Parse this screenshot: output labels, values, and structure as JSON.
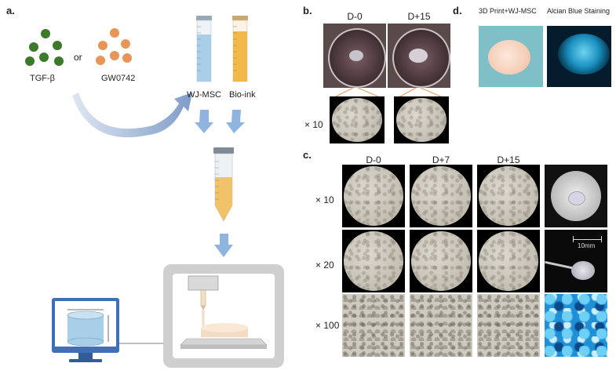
{
  "panels": {
    "a": "a.",
    "b": "b.",
    "c": "c.",
    "d": "d."
  },
  "panel_a": {
    "tgf_label": "TGF-β",
    "or_label": "or",
    "gw_label": "GW0742",
    "wj_label": "WJ-MSC",
    "bioink_label": "Bio-ink",
    "colors": {
      "tgf": "#3a7a2a",
      "gw": "#e8955a",
      "wj_fill": "#a9cfe8",
      "bioink_fill": "#f2b84a",
      "arrow": "#8fb4e0",
      "printer_frame": "#b8b8b8",
      "monitor": "#3f6fb5"
    }
  },
  "panel_b": {
    "day0": "D-0",
    "day15": "D+15",
    "mag": "× 10"
  },
  "panel_c": {
    "cols": [
      "D-0",
      "D+7",
      "D+15"
    ],
    "rows": [
      "× 10",
      "× 20",
      "× 100"
    ],
    "scale_bar": "10mm"
  },
  "panel_d": {
    "left_title": "3D Print+WJ-MSC",
    "right_title": "Alcian Blue Staining"
  }
}
